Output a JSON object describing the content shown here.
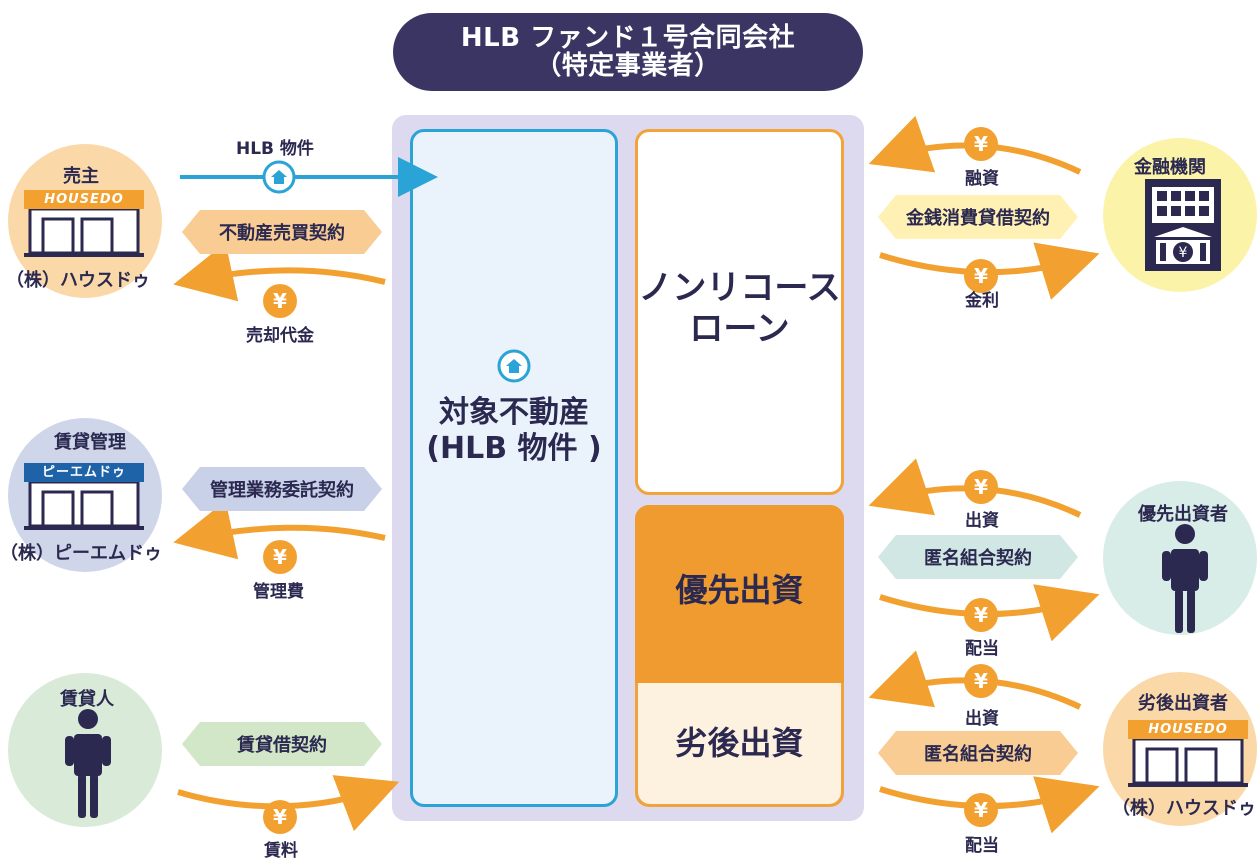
{
  "title": {
    "line1": "HLB ファンド１号合同会社",
    "line2": "（特定事業者）"
  },
  "center": {
    "real_estate_line1": "対象不動産",
    "real_estate_line2": "(HLB 物件 )",
    "loan_line1": "ノンリコース",
    "loan_line2": "ローン",
    "senior": "優先出資",
    "subordinated": "劣後出資"
  },
  "parties": {
    "seller": {
      "title": "売主",
      "company": "（株）ハウスドゥ",
      "sign": "HOUSEDO"
    },
    "manager": {
      "title": "賃貸管理",
      "company": "（株）ピーエムドゥ",
      "sign": "ピーエムドゥ"
    },
    "lessee": {
      "title": "賃貸人"
    },
    "bank": {
      "title": "金融機関"
    },
    "senior_investor": {
      "title": "優先出資者"
    },
    "subordinated_investor": {
      "title": "劣後出資者",
      "company": "（株）ハウスドゥ",
      "sign": "HOUSEDO"
    }
  },
  "labels": {
    "property_transfer": "HLB 物件",
    "real_estate_contract": "不動産売買契約",
    "sale_proceeds": "売却代金",
    "management_contract": "管理業務委託契約",
    "management_fee": "管理費",
    "lease_contract": "賃貸借契約",
    "rent": "賃料",
    "financing": "融資",
    "loan_contract": "金銭消費貸借契約",
    "interest": "金利",
    "senior_investment": "出資",
    "senior_agreement": "匿名組合契約",
    "senior_dividend": "配当",
    "sub_investment": "出資",
    "sub_agreement": "匿名組合契約",
    "sub_dividend": "配当"
  },
  "symbols": {
    "yen": "¥"
  },
  "icons": {
    "house": "house-icon",
    "building": "bank-building-icon",
    "person": "person-icon"
  }
}
